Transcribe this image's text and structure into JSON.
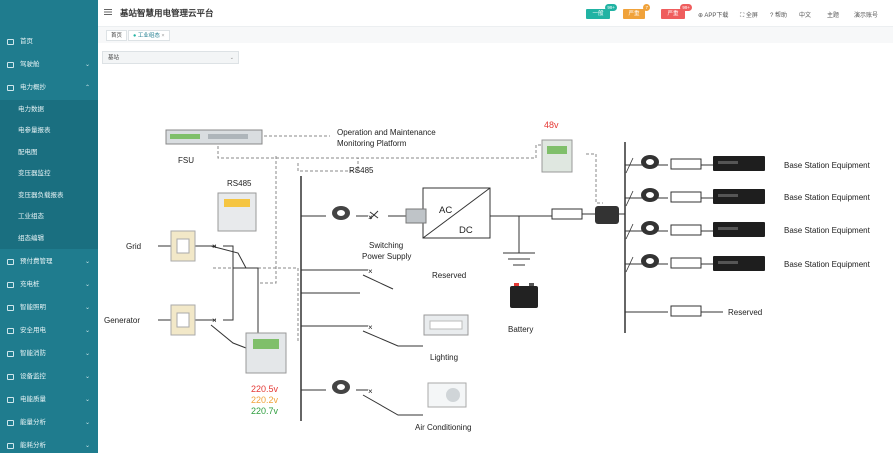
{
  "sidebar": {
    "items": [
      {
        "label": "首页",
        "icon": "home-icon"
      },
      {
        "label": "驾驶舱",
        "icon": "dashboard-icon"
      },
      {
        "label": "电力概抄",
        "icon": "power-icon"
      },
      {
        "label": "预付费管理",
        "icon": "prepay-icon"
      },
      {
        "label": "充电桩",
        "icon": "charger-icon"
      },
      {
        "label": "智能照明",
        "icon": "lighting-icon"
      },
      {
        "label": "安全用电",
        "icon": "safety-icon"
      },
      {
        "label": "智能消防",
        "icon": "fire-icon"
      },
      {
        "label": "设备监控",
        "icon": "monitor-icon"
      },
      {
        "label": "电能质量",
        "icon": "quality-icon"
      },
      {
        "label": "能量分析",
        "icon": "energy-icon"
      },
      {
        "label": "能耗分析",
        "icon": "consumption-icon"
      }
    ],
    "subitems": [
      "电力数据",
      "电参量报表",
      "配电图",
      "变压器监控",
      "变压器负载报表",
      "工业组态",
      "组态编辑"
    ]
  },
  "header": {
    "title": "基站智慧用电管理云平台",
    "alarms": [
      {
        "label": "一般",
        "count": "99+",
        "color": "#21b3a3"
      },
      {
        "label": "严重",
        "count": "7",
        "color": "#f0a23a"
      },
      {
        "label": "严重",
        "count": "99+",
        "color": "#ef5d5d"
      }
    ],
    "links": [
      "APP下载",
      "全屏",
      "帮助",
      "中文",
      "主题",
      "演示账号"
    ]
  },
  "tabs": [
    "首页",
    "工业组态"
  ],
  "site_select": "基站",
  "diagram": {
    "fsu_label": "FSU",
    "platform_label_1": "Operation and Maintenance",
    "platform_label_2": "Monitoring Platform",
    "rs485_a": "RS485",
    "rs485_b": "RS485",
    "grid": "Grid",
    "generator": "Generator",
    "voltage_48": "48v",
    "ac": "AC",
    "dc": "DC",
    "switching_1": "Switching",
    "switching_2": "Power Supply",
    "reserved_left": "Reserved",
    "battery": "Battery",
    "lighting": "Lighting",
    "air_conditioning": "Air Conditioning",
    "v1": "220.5v",
    "v2": "220.2v",
    "v3": "220.7v",
    "equipment": [
      "Base Station Equipment",
      "Base Station Equipment",
      "Base Station Equipment",
      "Base Station Equipment"
    ],
    "reserved_right": "Reserved"
  }
}
